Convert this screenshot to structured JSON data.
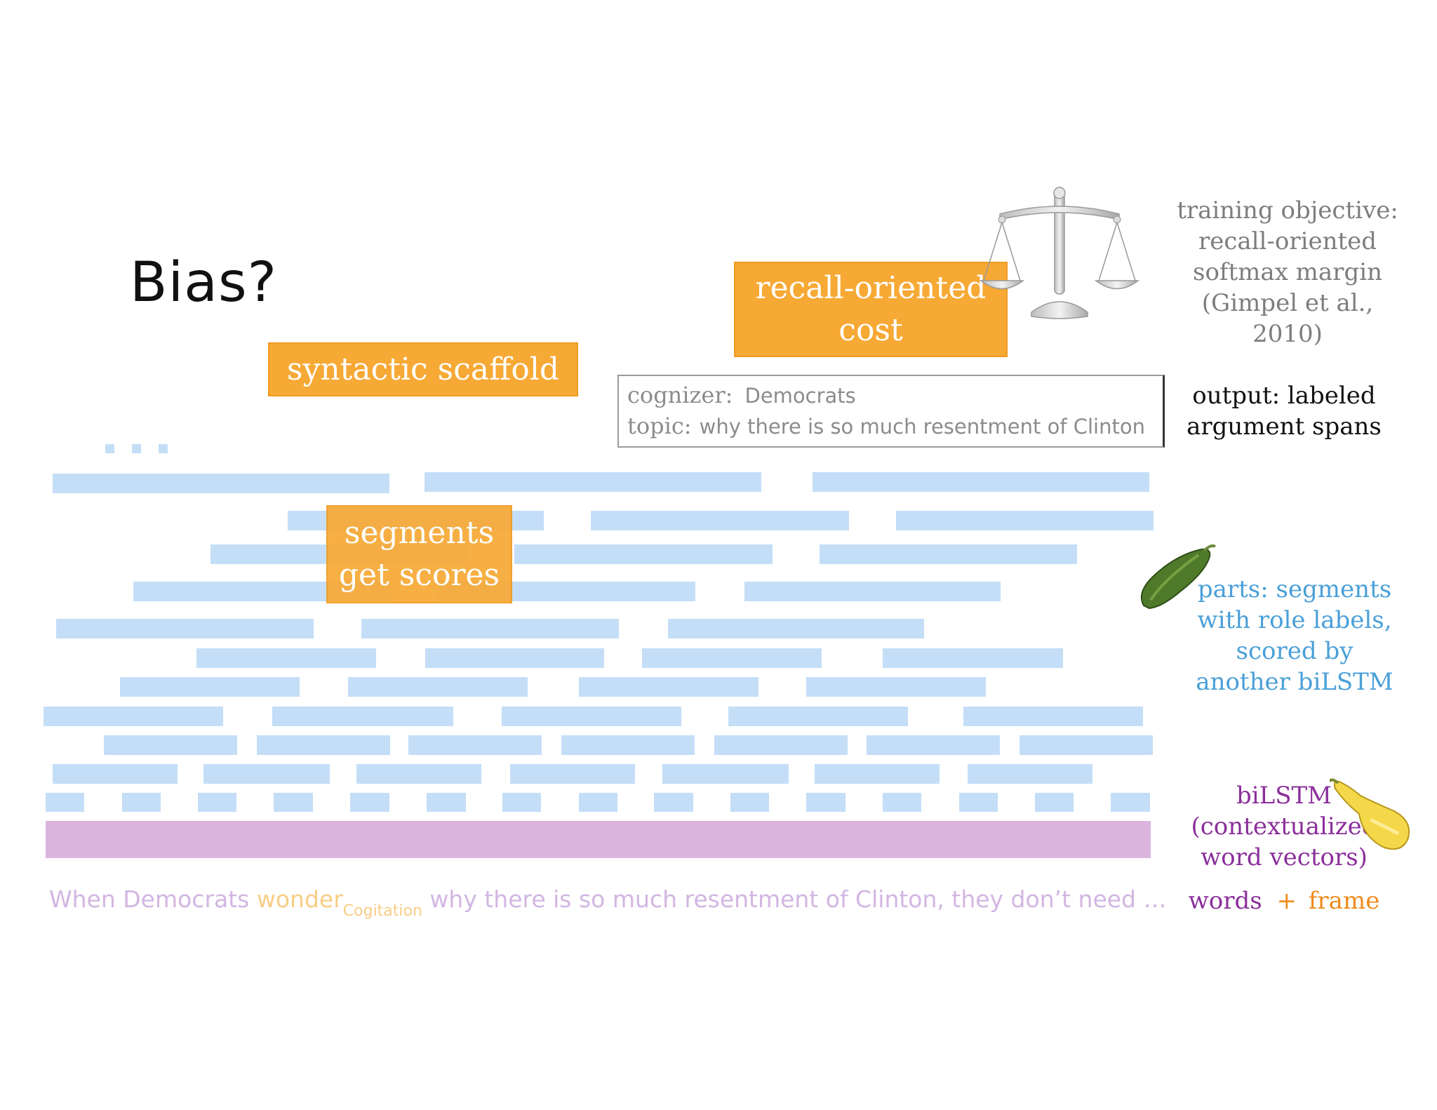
{
  "title": "Bias?",
  "boxes": {
    "syntactic": "syntactic scaffold",
    "recall_line1": "recall-oriented",
    "recall_line2": "cost",
    "segments_line1": "segments",
    "segments_line2": "get scores"
  },
  "frame_output": {
    "cognizer_key": "cognizer:",
    "cognizer_value": "Democrats",
    "topic_key": "topic:",
    "topic_value": "why there is so much resentment of Clinton"
  },
  "training_objective": {
    "lines": [
      "training objective:",
      "recall-oriented",
      "softmax margin",
      "(Gimpel et al.,",
      "2010)"
    ]
  },
  "output_label": {
    "lines": [
      "output: labeled",
      "argument spans"
    ]
  },
  "parts_label": {
    "lines": [
      "parts: segments",
      "with role labels,",
      "scored by",
      "another biLSTM"
    ]
  },
  "bilstm_label": {
    "lines": [
      "biLSTM",
      "(contextualized",
      "word vectors)"
    ]
  },
  "inputs_label": {
    "words": "words",
    "plus": "+",
    "frame": "frame"
  },
  "sentence": {
    "before": "When Democrats ",
    "target": "wonder",
    "frame_sub": "Cogitation",
    "after": " why there is so much resentment of Clinton, they don’t need …"
  },
  "icons": {
    "scale": "balance-scale-icon",
    "zucchini": "zucchini-icon",
    "squash": "yellow-squash-icon"
  },
  "colors": {
    "orange": "#f7a935",
    "segment_blue": "#c4def7",
    "bilstm_purple": "#dcb5df",
    "parts_text": "#4a9fd8",
    "bilstm_text": "#8a2f9a",
    "frame_text": "#f08a1c"
  }
}
